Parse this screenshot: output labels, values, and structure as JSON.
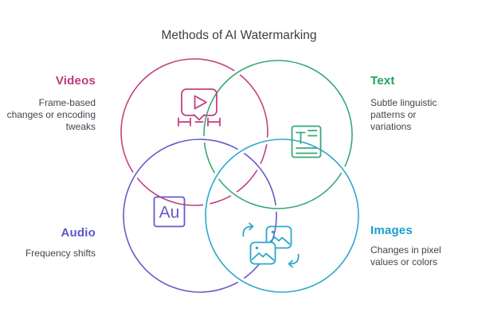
{
  "title": "Methods of AI Watermarking",
  "diagram": {
    "videos": {
      "label": "Videos",
      "description": "Frame-based\nchanges or encoding\ntweaks",
      "accent_color": "#c0397e",
      "icon": "video-play-frames-icon"
    },
    "text": {
      "label": "Text",
      "description": "Subtle linguistic\npatterns or\nvariations",
      "accent_color": "#21a05f",
      "icon": "text-document-icon"
    },
    "audio": {
      "label": "Audio",
      "description": "Frequency shifts",
      "accent_color": "#5d55c9",
      "icon": "au-badge-icon",
      "icon_label": "Au"
    },
    "images": {
      "label": "Images",
      "description": "Changes in pixel\nvalues or colors",
      "accent_color": "#189fd0",
      "icon": "image-swap-icon"
    }
  }
}
